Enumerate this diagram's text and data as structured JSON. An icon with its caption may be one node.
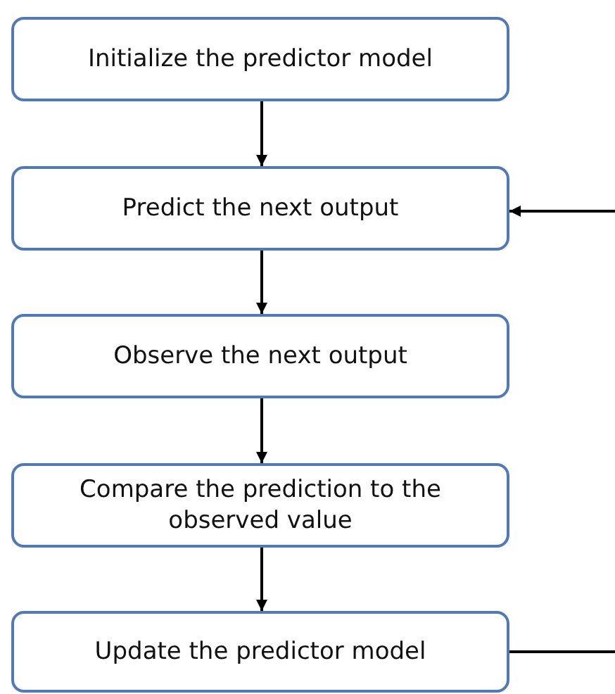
{
  "diagram": {
    "nodes": [
      {
        "text": [
          "Initialize the predictor model"
        ]
      },
      {
        "text": [
          "Predict the next output"
        ]
      },
      {
        "text": [
          "Observe the next output"
        ]
      },
      {
        "text": [
          "Compare the prediction to the observed value"
        ]
      },
      {
        "text": [
          "Update the predictor model"
        ]
      }
    ],
    "edges": [
      {
        "from": 0,
        "to": 1,
        "arrow": "to"
      },
      {
        "from": 1,
        "to": 2,
        "arrow": "to"
      },
      {
        "from": 2,
        "to": 3,
        "arrow": "to"
      },
      {
        "from": 3,
        "to": 4,
        "arrow": "to"
      },
      {
        "from": 4,
        "to": null,
        "arrow": "none"
      },
      {
        "from": null,
        "to": 1,
        "arrow": "to"
      }
    ]
  }
}
